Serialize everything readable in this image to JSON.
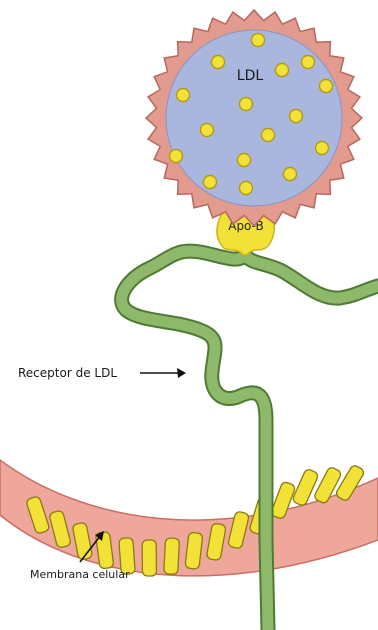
{
  "labels": {
    "ldl": "LDL",
    "apo_b": "Apo-B",
    "receptor": "Receptor de LDL",
    "membrane": "Membrana celular"
  },
  "colors": {
    "ldl_core": "#a9b7de",
    "ldl_shell": "#e39a8f",
    "lipid_dot": "#f2e238",
    "apo_b": "#f2e238",
    "receptor": "#86b060",
    "membrane": "#eea79a",
    "arrow": "#111111"
  }
}
